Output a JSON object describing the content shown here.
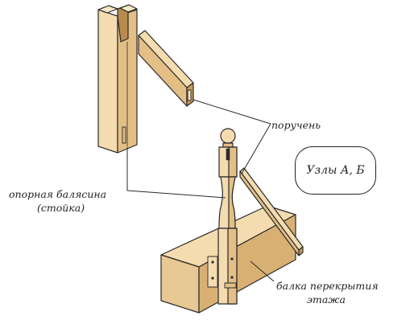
{
  "labels": {
    "handrail": "поручень",
    "baluster_line1": "опорная балясина",
    "baluster_line2": "(стойка)",
    "beam_line1": "балка перекрытия",
    "beam_line2": "этажа"
  },
  "badge": "Узлы А, Б",
  "colors": {
    "wood_light": "#f4dcb0",
    "wood_mid": "#e3bf85",
    "wood_dark": "#c79a5c",
    "outline": "#2a2a2a"
  }
}
